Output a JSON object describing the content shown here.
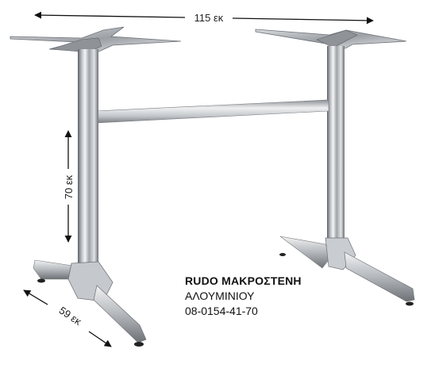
{
  "dimensions": {
    "width_label": "115 εκ",
    "height_label": "70 εκ",
    "depth_label": "59 εκ"
  },
  "product": {
    "name": "RUDO ΜΑΚΡΟΣΤΕΝΗ",
    "material": "ΑΛΟΥΜΙΝΙΟΥ",
    "code": "08-0154-41-70"
  }
}
